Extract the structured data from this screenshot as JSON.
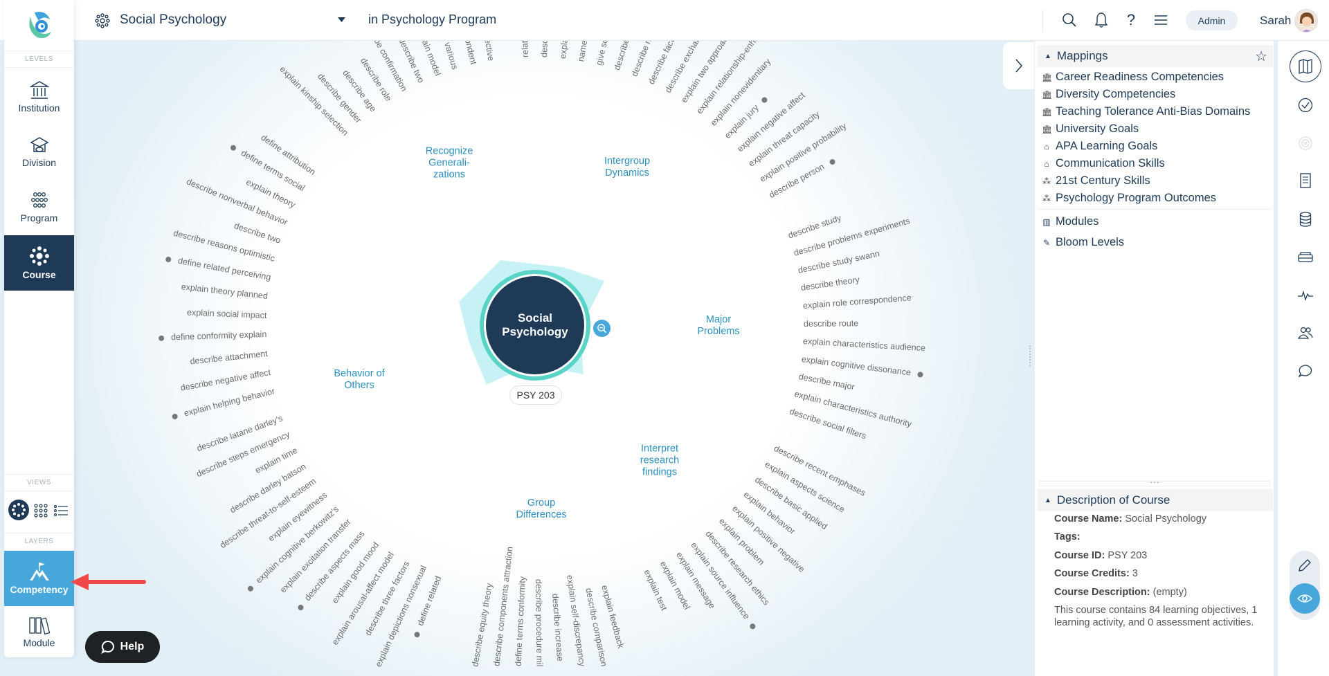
{
  "header": {
    "course_title": "Social Psychology",
    "program_context": "in Psychology Program",
    "admin_label": "Admin",
    "user_name": "Sarah"
  },
  "sidebar": {
    "levels_label": "LEVELS",
    "levels": [
      "Institution",
      "Division",
      "Program",
      "Course"
    ],
    "views_label": "VIEWS",
    "layers_label": "LAYERS",
    "layers": [
      "Competency",
      "Module"
    ],
    "help_label": "Help"
  },
  "map": {
    "center_title": "Social Psychology",
    "course_id_badge": "PSY 203",
    "categories": [
      "Recognize\nGenerali-\nzations",
      "Intergroup\nDynamics",
      "Major\nProblems",
      "Interpret\nresearch\nfindings",
      "Group\nDifferences",
      "Behavior of\nOthers"
    ],
    "arcs": [
      [
        {
          "text": "related"
        },
        {
          "text": "describe"
        },
        {
          "text": "explain"
        },
        {
          "text": "name v"
        },
        {
          "text": "give sch"
        },
        {
          "text": "describe i"
        },
        {
          "text": "describe ne"
        },
        {
          "text": "describe facto"
        },
        {
          "text": "describe exchang"
        },
        {
          "text": "explain two approach"
        },
        {
          "text": "explain relationship-enha"
        },
        {
          "text": "explain nonevidentiary"
        },
        {
          "text": "explain jury",
          "dot": true
        },
        {
          "text": "explain negative affect"
        },
        {
          "text": "explain threat capacity"
        },
        {
          "text": "explain positive probability"
        },
        {
          "text": "describe person",
          "dot": true
        }
      ],
      [
        {
          "text": "describe study"
        },
        {
          "text": "describe problems experiments"
        },
        {
          "text": "describe study swann"
        },
        {
          "text": "describe theory"
        },
        {
          "text": "explain role correspondence"
        },
        {
          "text": "describe route"
        },
        {
          "text": "explain characteristics audience"
        },
        {
          "text": "explain cognitive dissonance",
          "dot": true
        },
        {
          "text": "describe major"
        },
        {
          "text": "explain characteristics authority"
        },
        {
          "text": "describe social filters"
        }
      ],
      [
        {
          "text": "describe recent emphases"
        },
        {
          "text": "explain aspects science"
        },
        {
          "text": "describe basic applied"
        },
        {
          "text": "explain behavior"
        },
        {
          "text": "explain positive negative"
        },
        {
          "text": "explain problem"
        },
        {
          "text": "describe research ethics"
        },
        {
          "text": "explain source influence",
          "dot": true
        },
        {
          "text": "explain message"
        },
        {
          "text": "explain model"
        },
        {
          "text": "explain test"
        }
      ],
      [
        {
          "text": "explain feedback"
        },
        {
          "text": "describe comparison"
        },
        {
          "text": "explain self-discrepancy"
        },
        {
          "text": "describe increase"
        },
        {
          "text": "describe procedure mil"
        },
        {
          "text": "define terms conformity"
        },
        {
          "text": "describe components attraction"
        },
        {
          "text": "describe equity theory"
        }
      ],
      [
        {
          "text": "define related",
          "dot": true
        },
        {
          "text": "explain depictions nonsexual"
        },
        {
          "text": "describe three factors"
        },
        {
          "text": "explain arousal-affect model"
        },
        {
          "text": "explain good mood"
        },
        {
          "text": "describe aspects mass",
          "dot": true
        },
        {
          "text": "explain excitation transfer"
        },
        {
          "text": "explain cognitive berkowitz's",
          "dot": true
        },
        {
          "text": "explain eyewitness"
        },
        {
          "text": "describe threat-to-self-esteem"
        },
        {
          "text": "describe darley batson"
        },
        {
          "text": "explain time"
        },
        {
          "text": "describe steps emergency"
        },
        {
          "text": "describe latane darley's"
        }
      ],
      [
        {
          "text": "explain helping behavior",
          "dot": true
        },
        {
          "text": "describe negative affect"
        },
        {
          "text": "describe attachment"
        },
        {
          "text": "define conformity explain",
          "dot": true
        },
        {
          "text": "explain social impact"
        },
        {
          "text": "explain theory planned"
        },
        {
          "text": "define related perceiving",
          "dot": true
        },
        {
          "text": "describe reasons optimistic"
        },
        {
          "text": "describe two"
        },
        {
          "text": "describe nonverbal behavior"
        },
        {
          "text": "explain theory"
        },
        {
          "text": "define terms social",
          "dot": true
        },
        {
          "text": "define attribution"
        }
      ],
      [
        {
          "text": "explain kinship selection"
        },
        {
          "text": "describe gender"
        },
        {
          "text": "describe age"
        },
        {
          "text": "describe role"
        },
        {
          "text": "describe confirmation"
        },
        {
          "text": "describe two"
        },
        {
          "text": "explain model"
        },
        {
          "text": "be various"
        },
        {
          "text": "spondent"
        },
        {
          "text": "pective"
        }
      ]
    ]
  },
  "mappings": {
    "title": "Mappings",
    "items": [
      {
        "label": "Career Readiness Competencies",
        "icon": "institution"
      },
      {
        "label": "Diversity Competencies",
        "icon": "institution"
      },
      {
        "label": "Teaching Tolerance Anti-Bias Domains",
        "icon": "institution"
      },
      {
        "label": "University Goals",
        "icon": "institution"
      },
      {
        "label": "APA Learning Goals",
        "icon": "division"
      },
      {
        "label": "Communication Skills",
        "icon": "division"
      },
      {
        "label": "21st Century Skills",
        "icon": "program"
      },
      {
        "label": "Psychology Program Outcomes",
        "icon": "program"
      }
    ],
    "modules_label": "Modules",
    "bloom_label": "Bloom Levels"
  },
  "description": {
    "title": "Description of Course",
    "name_label": "Course Name:",
    "name_value": "Social Psychology",
    "tags_label": "Tags:",
    "id_label": "Course ID:",
    "id_value": "PSY 203",
    "credits_label": "Course Credits:",
    "credits_value": "3",
    "desc_label": "Course Description:",
    "desc_value": "(empty)",
    "summary": "This course contains 84 learning objectives, 1 learning activity, and 0 assessment activities."
  },
  "colors": {
    "navy": "#1e3a56",
    "accent": "#47a7db",
    "category": "#2b8fc0",
    "arrow": "#f04848"
  }
}
